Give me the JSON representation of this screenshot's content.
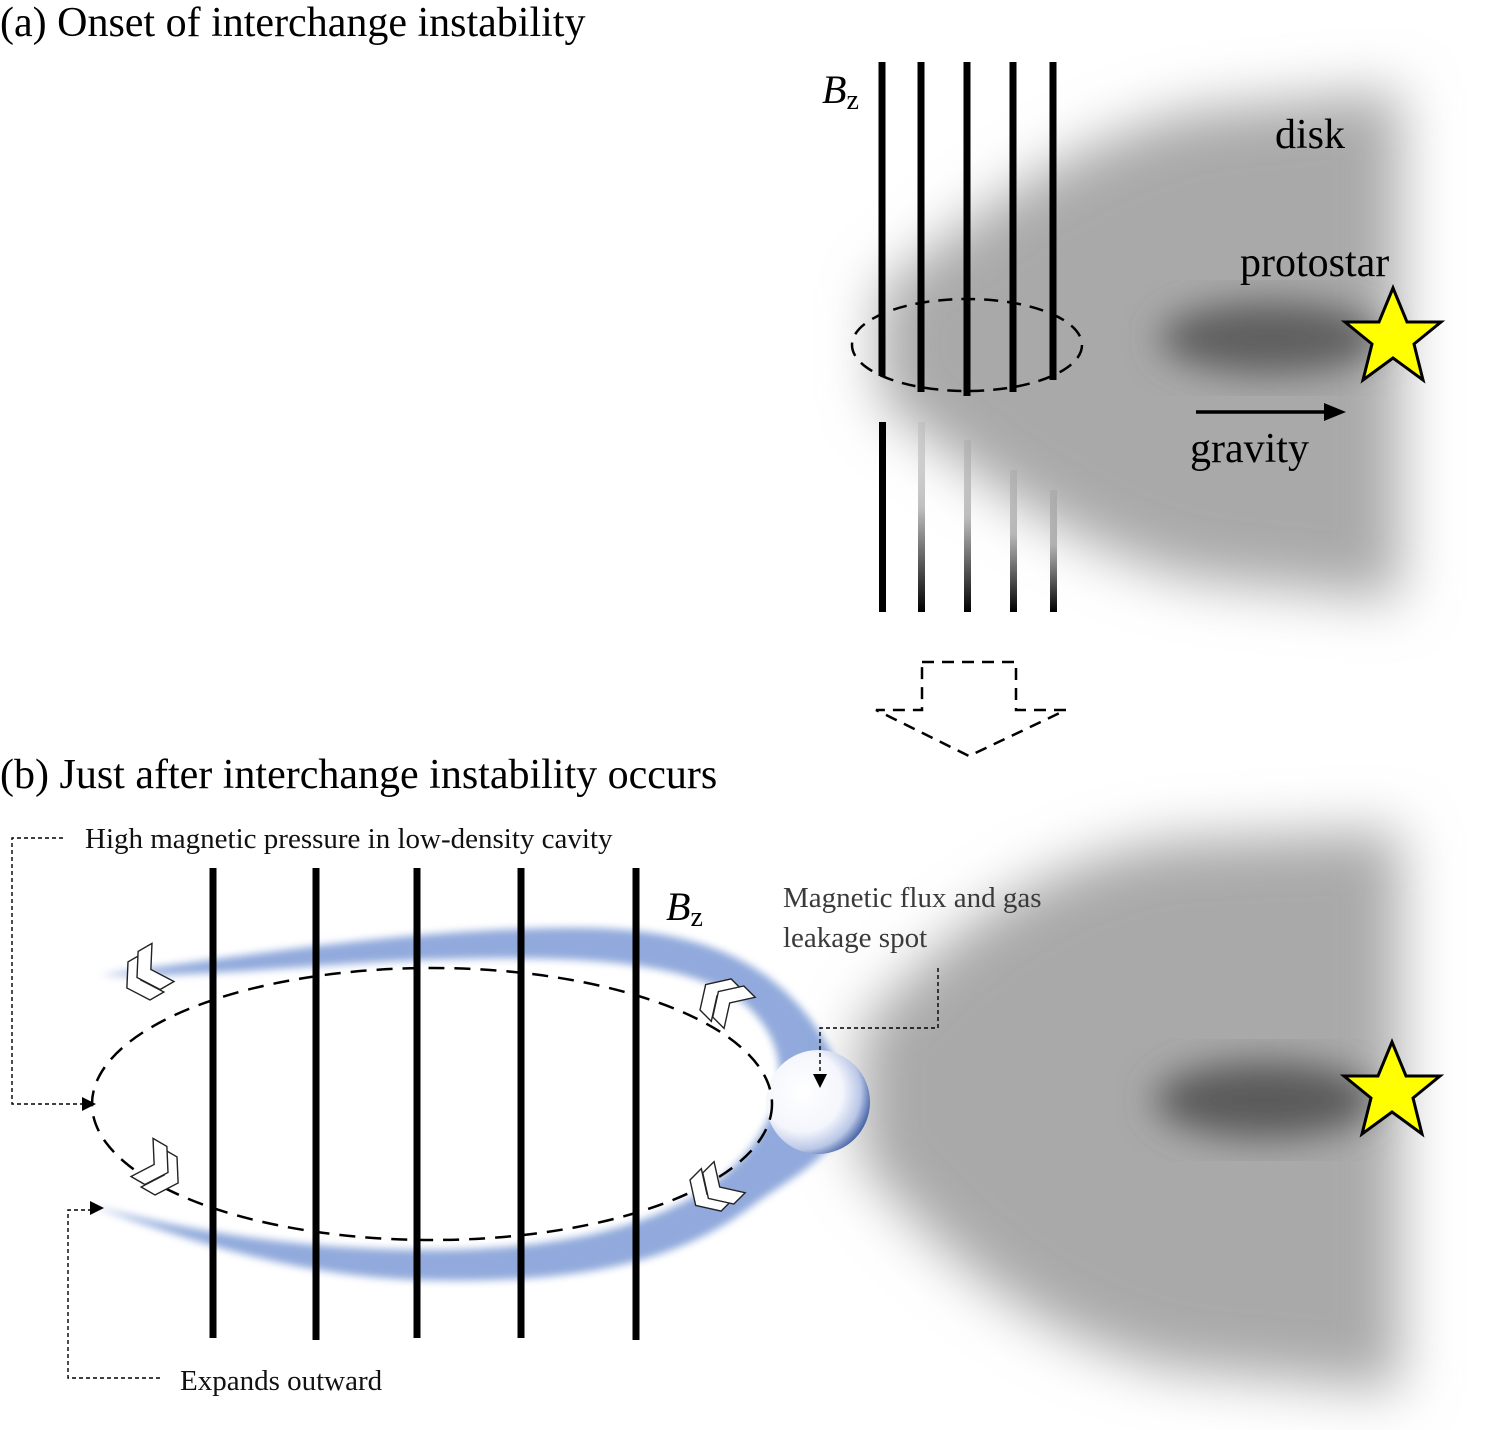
{
  "panel_a": {
    "title": "(a) Onset of interchange instability",
    "label_disk": "disk",
    "label_protostar": "protostar",
    "label_gravity": "gravity",
    "label_bz_main": "B",
    "label_bz_sub": "z"
  },
  "panel_b": {
    "title": "(b) Just after interchange instability occurs",
    "note_pressure": "High magnetic pressure in low-density cavity",
    "note_leak_line1": "Magnetic flux and gas",
    "note_leak_line2": "leakage spot",
    "note_expands": "Expands outward",
    "label_bz_main": "B",
    "label_bz_sub": "z"
  },
  "colors": {
    "disk_gray": "#a9a9a9",
    "disk_core": "#5a5a5a",
    "star_fill": "#ffff00",
    "cavity_rim": "#6f8fcf",
    "field_line": "#000000"
  },
  "icons": {
    "star": "star-icon",
    "transition_arrow": "dashed-down-arrow-icon",
    "expansion_arrows": "chevron-arrow-icon"
  }
}
